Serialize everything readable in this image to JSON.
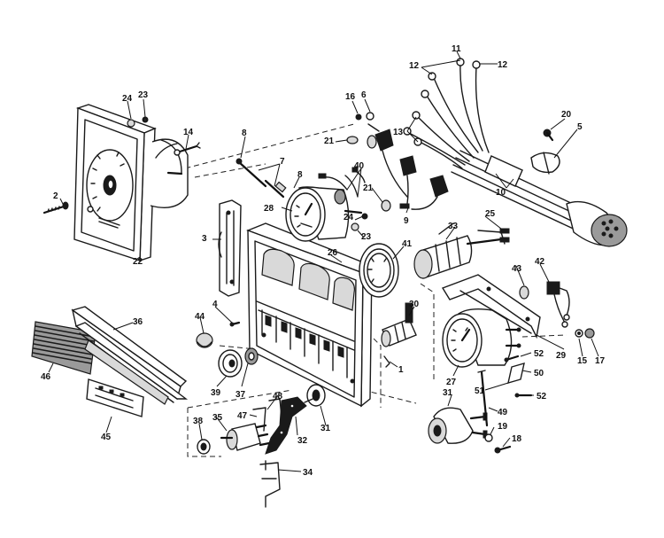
{
  "callouts": [
    {
      "id": "c2",
      "label": "2"
    },
    {
      "id": "c3",
      "label": "3"
    },
    {
      "id": "c4",
      "label": "4"
    },
    {
      "id": "c5",
      "label": "5"
    },
    {
      "id": "c6",
      "label": "6"
    },
    {
      "id": "c7",
      "label": "7"
    },
    {
      "id": "c8a",
      "label": "8"
    },
    {
      "id": "c8b",
      "label": "8"
    },
    {
      "id": "c9",
      "label": "9"
    },
    {
      "id": "c10",
      "label": "10"
    },
    {
      "id": "c11",
      "label": "11"
    },
    {
      "id": "c12a",
      "label": "12"
    },
    {
      "id": "c12b",
      "label": "12"
    },
    {
      "id": "c13",
      "label": "13"
    },
    {
      "id": "c14",
      "label": "14"
    },
    {
      "id": "c15",
      "label": "15"
    },
    {
      "id": "c16",
      "label": "16"
    },
    {
      "id": "c17",
      "label": "17"
    },
    {
      "id": "c18",
      "label": "18"
    },
    {
      "id": "c19",
      "label": "19"
    },
    {
      "id": "c20",
      "label": "20"
    },
    {
      "id": "c21a",
      "label": "21"
    },
    {
      "id": "c21b",
      "label": "21"
    },
    {
      "id": "c22",
      "label": "22"
    },
    {
      "id": "c23a",
      "label": "23"
    },
    {
      "id": "c23b",
      "label": "23"
    },
    {
      "id": "c24a",
      "label": "24"
    },
    {
      "id": "c24b",
      "label": "24"
    },
    {
      "id": "c25",
      "label": "25"
    },
    {
      "id": "c26",
      "label": "26"
    },
    {
      "id": "c27",
      "label": "27"
    },
    {
      "id": "c28",
      "label": "28"
    },
    {
      "id": "c29",
      "label": "29"
    },
    {
      "id": "c30",
      "label": "30"
    },
    {
      "id": "c31a",
      "label": "31"
    },
    {
      "id": "c31b",
      "label": "31"
    },
    {
      "id": "c32",
      "label": "32"
    },
    {
      "id": "c33",
      "label": "33"
    },
    {
      "id": "c34",
      "label": "34"
    },
    {
      "id": "c35",
      "label": "35"
    },
    {
      "id": "c36",
      "label": "36"
    },
    {
      "id": "c37",
      "label": "37"
    },
    {
      "id": "c38",
      "label": "38"
    },
    {
      "id": "c39",
      "label": "39"
    },
    {
      "id": "c40",
      "label": "40"
    },
    {
      "id": "c41",
      "label": "41"
    },
    {
      "id": "c42",
      "label": "42"
    },
    {
      "id": "c43",
      "label": "43"
    },
    {
      "id": "c44",
      "label": "44"
    },
    {
      "id": "c45",
      "label": "45"
    },
    {
      "id": "c46",
      "label": "46"
    },
    {
      "id": "c47",
      "label": "47"
    },
    {
      "id": "c48",
      "label": "48"
    },
    {
      "id": "c49",
      "label": "49"
    },
    {
      "id": "c50",
      "label": "50"
    },
    {
      "id": "c51",
      "label": "51"
    },
    {
      "id": "c52a",
      "label": "52"
    },
    {
      "id": "c52b",
      "label": "52"
    },
    {
      "id": "c1",
      "label": "1"
    }
  ]
}
